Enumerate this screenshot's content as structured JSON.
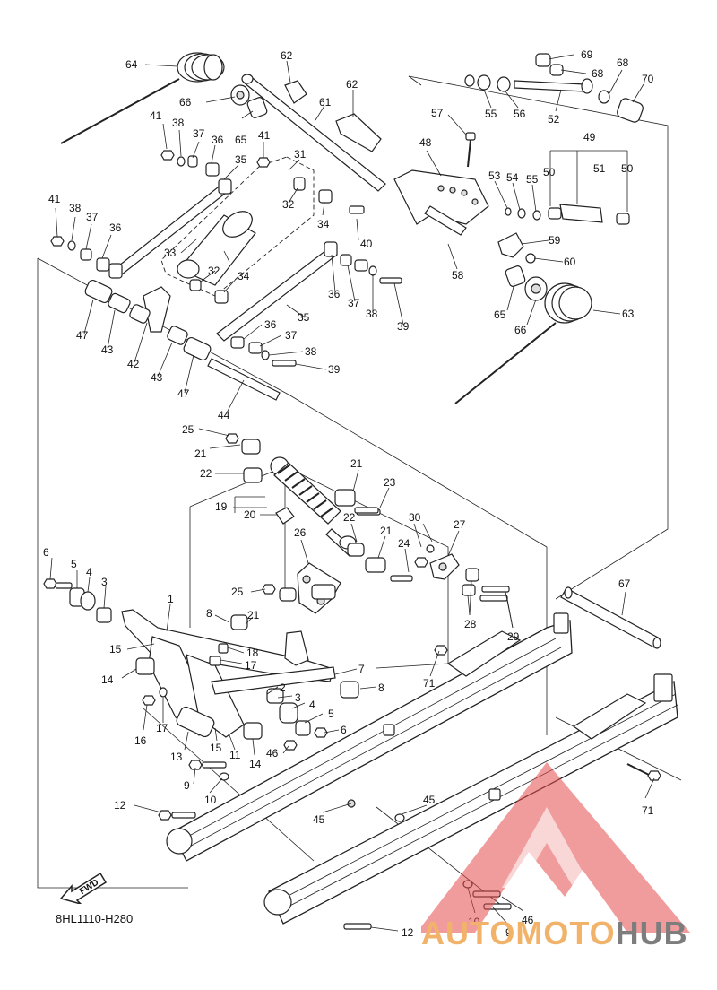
{
  "diagram": {
    "code": "8HL1110-H280",
    "fwd_label": "FWD",
    "watermark": {
      "part1": "AUTOMOTO",
      "part2": "HUB",
      "color_triangle": "#e34b4b",
      "color_text1": "#f1b36a",
      "color_text2": "#7d7d7d"
    },
    "callouts": [
      {
        "id": "c64a",
        "n": "64"
      },
      {
        "id": "c62a",
        "n": "62"
      },
      {
        "id": "c62b",
        "n": "62"
      },
      {
        "id": "c66a",
        "n": "66"
      },
      {
        "id": "c61",
        "n": "61"
      },
      {
        "id": "c65a",
        "n": "65"
      },
      {
        "id": "c41a",
        "n": "41"
      },
      {
        "id": "c38a",
        "n": "38"
      },
      {
        "id": "c37a",
        "n": "37"
      },
      {
        "id": "c36a",
        "n": "36"
      },
      {
        "id": "c41b",
        "n": "41"
      },
      {
        "id": "c35a",
        "n": "35"
      },
      {
        "id": "c31",
        "n": "31"
      },
      {
        "id": "c41c",
        "n": "41"
      },
      {
        "id": "c38b",
        "n": "38"
      },
      {
        "id": "c37b",
        "n": "37"
      },
      {
        "id": "c36b",
        "n": "36"
      },
      {
        "id": "c32a",
        "n": "32"
      },
      {
        "id": "c34a",
        "n": "34"
      },
      {
        "id": "c40",
        "n": "40"
      },
      {
        "id": "c33",
        "n": "33"
      },
      {
        "id": "c32b",
        "n": "32"
      },
      {
        "id": "c34b",
        "n": "34"
      },
      {
        "id": "c36c",
        "n": "36"
      },
      {
        "id": "c37c",
        "n": "37"
      },
      {
        "id": "c38c",
        "n": "38"
      },
      {
        "id": "c39a",
        "n": "39"
      },
      {
        "id": "c47a",
        "n": "47"
      },
      {
        "id": "c43a",
        "n": "43"
      },
      {
        "id": "c42",
        "n": "42"
      },
      {
        "id": "c35b",
        "n": "35"
      },
      {
        "id": "c36d",
        "n": "36"
      },
      {
        "id": "c37d",
        "n": "37"
      },
      {
        "id": "c38d",
        "n": "38"
      },
      {
        "id": "c39b",
        "n": "39"
      },
      {
        "id": "c43b",
        "n": "43"
      },
      {
        "id": "c47b",
        "n": "47"
      },
      {
        "id": "c44",
        "n": "44"
      },
      {
        "id": "c69",
        "n": "69"
      },
      {
        "id": "c68a",
        "n": "68"
      },
      {
        "id": "c68b",
        "n": "68"
      },
      {
        "id": "c70",
        "n": "70"
      },
      {
        "id": "c55a",
        "n": "55"
      },
      {
        "id": "c56",
        "n": "56"
      },
      {
        "id": "c52",
        "n": "52"
      },
      {
        "id": "c57",
        "n": "57"
      },
      {
        "id": "c48",
        "n": "48"
      },
      {
        "id": "c49",
        "n": "49"
      },
      {
        "id": "c53",
        "n": "53"
      },
      {
        "id": "c54",
        "n": "54"
      },
      {
        "id": "c55b",
        "n": "55"
      },
      {
        "id": "c50a",
        "n": "50"
      },
      {
        "id": "c51",
        "n": "51"
      },
      {
        "id": "c50b",
        "n": "50"
      },
      {
        "id": "c59",
        "n": "59"
      },
      {
        "id": "c60",
        "n": "60"
      },
      {
        "id": "c58",
        "n": "58"
      },
      {
        "id": "c65b",
        "n": "65"
      },
      {
        "id": "c66b",
        "n": "66"
      },
      {
        "id": "c63",
        "n": "63"
      },
      {
        "id": "c25a",
        "n": "25"
      },
      {
        "id": "c21a",
        "n": "21"
      },
      {
        "id": "c22a",
        "n": "22"
      },
      {
        "id": "c21b",
        "n": "21"
      },
      {
        "id": "c23",
        "n": "23"
      },
      {
        "id": "c19",
        "n": "19"
      },
      {
        "id": "c20",
        "n": "20"
      },
      {
        "id": "c22b",
        "n": "22"
      },
      {
        "id": "c21c",
        "n": "21"
      },
      {
        "id": "c30",
        "n": "30"
      },
      {
        "id": "c27",
        "n": "27"
      },
      {
        "id": "c26",
        "n": "26"
      },
      {
        "id": "c24",
        "n": "24"
      },
      {
        "id": "c25b",
        "n": "25"
      },
      {
        "id": "c28",
        "n": "28"
      },
      {
        "id": "c29",
        "n": "29"
      },
      {
        "id": "c6a",
        "n": "6"
      },
      {
        "id": "c5a",
        "n": "5"
      },
      {
        "id": "c4a",
        "n": "4"
      },
      {
        "id": "c3a",
        "n": "3"
      },
      {
        "id": "c1",
        "n": "1"
      },
      {
        "id": "c8a",
        "n": "8"
      },
      {
        "id": "c21d",
        "n": "21"
      },
      {
        "id": "c18",
        "n": "18"
      },
      {
        "id": "c17a",
        "n": "17"
      },
      {
        "id": "c15a",
        "n": "15"
      },
      {
        "id": "c7",
        "n": "7"
      },
      {
        "id": "c14a",
        "n": "14"
      },
      {
        "id": "c2",
        "n": "2"
      },
      {
        "id": "c8b",
        "n": "8"
      },
      {
        "id": "c3b",
        "n": "3"
      },
      {
        "id": "c4b",
        "n": "4"
      },
      {
        "id": "c5b",
        "n": "5"
      },
      {
        "id": "c6b",
        "n": "6"
      },
      {
        "id": "c16",
        "n": "16"
      },
      {
        "id": "c17b",
        "n": "17"
      },
      {
        "id": "c13",
        "n": "13"
      },
      {
        "id": "c15b",
        "n": "15"
      },
      {
        "id": "c11",
        "n": "11"
      },
      {
        "id": "c14b",
        "n": "14"
      },
      {
        "id": "c46a",
        "n": "46"
      },
      {
        "id": "c9a",
        "n": "9"
      },
      {
        "id": "c10a",
        "n": "10"
      },
      {
        "id": "c12a",
        "n": "12"
      },
      {
        "id": "c45a",
        "n": "45"
      },
      {
        "id": "c71a",
        "n": "71"
      },
      {
        "id": "c67",
        "n": "67"
      },
      {
        "id": "c45b",
        "n": "45"
      },
      {
        "id": "c71b",
        "n": "71"
      },
      {
        "id": "c10b",
        "n": "10"
      },
      {
        "id": "c9b",
        "n": "9"
      },
      {
        "id": "c46b",
        "n": "46"
      },
      {
        "id": "c12b",
        "n": "12"
      }
    ]
  }
}
